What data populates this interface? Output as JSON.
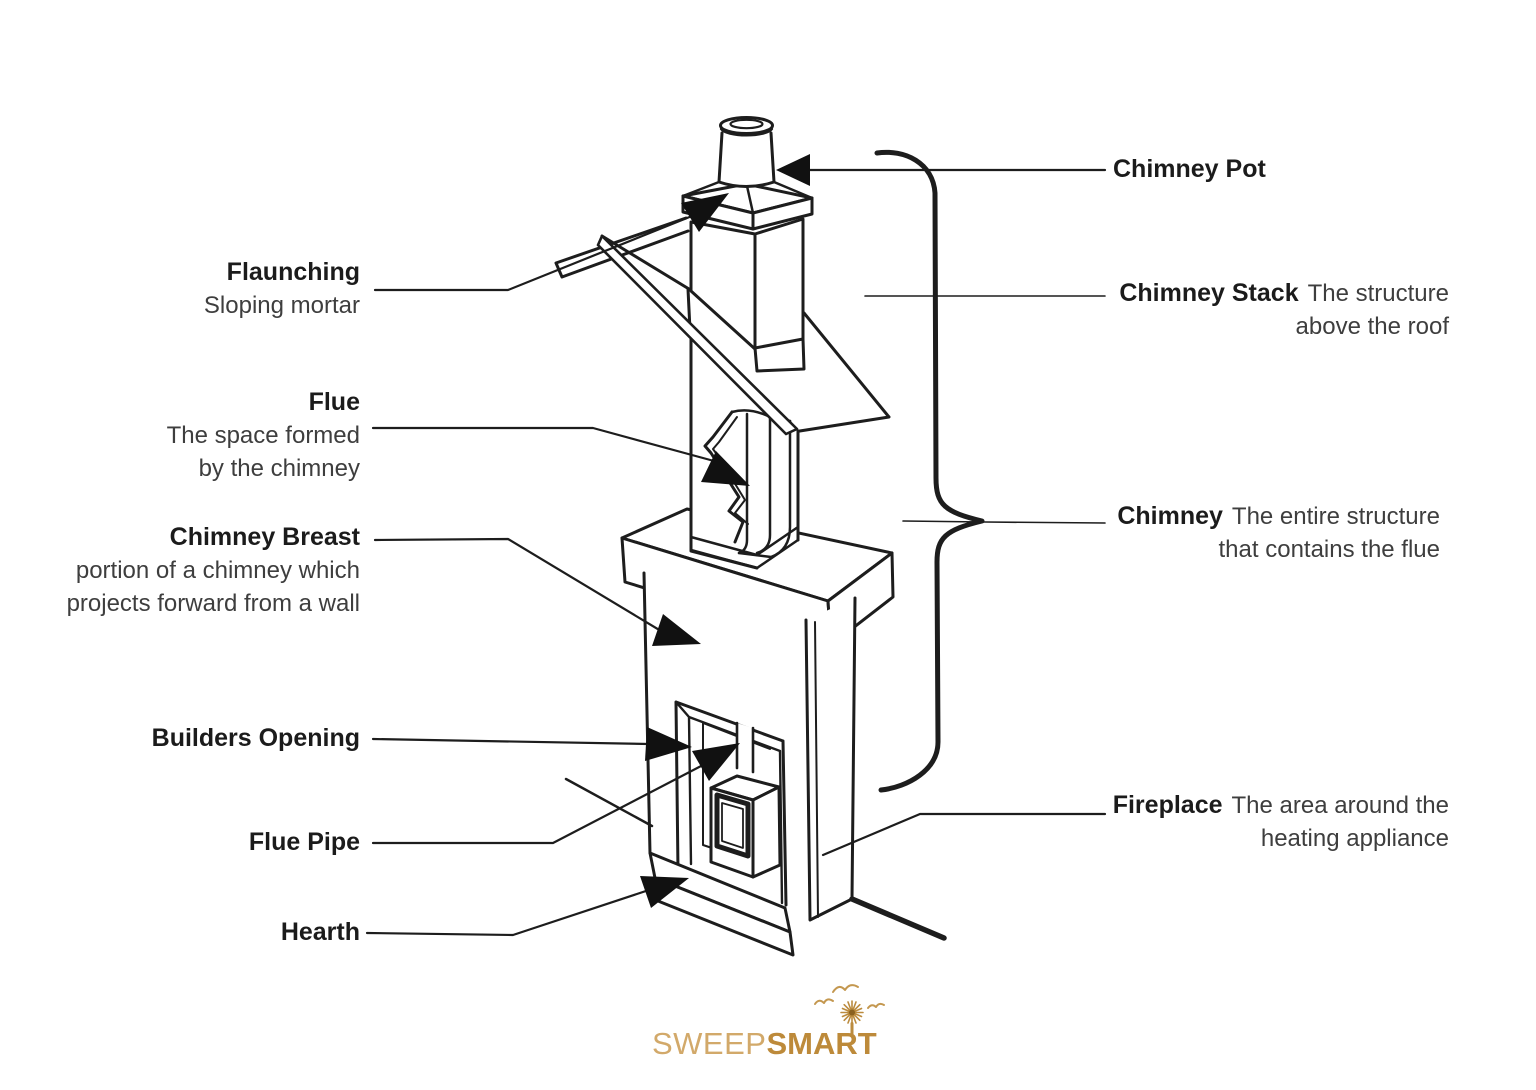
{
  "left_labels": [
    {
      "term": "Flaunching",
      "line2": "Sloping mortar"
    },
    {
      "term": "Flue",
      "line2": "The space formed",
      "line3": "by the chimney"
    },
    {
      "term": "Chimney Breast",
      "line2": "portion of a chimney which",
      "line3": "projects forward from a wall"
    },
    {
      "term": "Builders Opening"
    },
    {
      "term": "Flue Pipe"
    },
    {
      "term": "Hearth"
    }
  ],
  "right_labels": [
    {
      "term": "Chimney Pot",
      "desc_line1": "",
      "desc_line2": ""
    },
    {
      "term": "Chimney Stack",
      "desc_line1": "The structure",
      "desc_line2": "above the roof"
    },
    {
      "term": "Chimney",
      "desc_line1": "The entire structure",
      "desc_line2": "that contains the flue"
    },
    {
      "term": "Fireplace",
      "desc_line1": "The area around the",
      "desc_line2": "heating appliance"
    }
  ],
  "logo": {
    "part1": "SWEEP",
    "part2": "SMART"
  },
  "colors": {
    "line": "#1d1d1d",
    "label_term": "#1b1b1b",
    "label_desc": "#3e3e3e",
    "gold_light": "#d2a96a",
    "gold_dark": "#bd8a3a"
  }
}
